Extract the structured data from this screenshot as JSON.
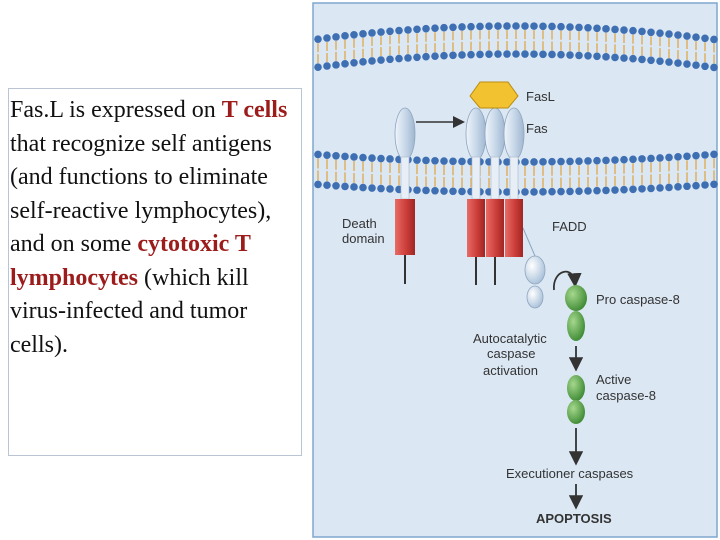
{
  "text_panel": {
    "segments": [
      {
        "text": "Fas.L is expressed on ",
        "highlight": false
      },
      {
        "text": "T cells",
        "highlight": true
      },
      {
        "text": " that recognize self antigens (and functions to eliminate self-reactive lymphocytes), and on some ",
        "highlight": false
      },
      {
        "text": "cytotoxic T lymphocytes",
        "highlight": true
      },
      {
        "text": " (which kill virus-infected and tumor cells).",
        "highlight": false
      }
    ]
  },
  "diagram": {
    "labels": {
      "fasl": "FasL",
      "fas": "Fas",
      "death_domain": [
        "Death",
        "domain"
      ],
      "fadd": "FADD",
      "procaspase": "Pro caspase-8",
      "autocatalytic": [
        "Autocatalytic",
        "caspase",
        "activation"
      ],
      "active_caspase": [
        "Active",
        "caspase-8"
      ],
      "executioner": "Executioner caspases",
      "apoptosis": "APOPTOSIS"
    },
    "colors": {
      "background": "#dbe7f3",
      "frame": "#7fa7cf",
      "membrane_head": "#3f6fb3",
      "membrane_tail": "#e0a94a",
      "fasl": "#f2c230",
      "fas_ectodomain": "#cddbe9",
      "death_domain": "#d84845",
      "caspase": "#5aa04a",
      "text": "#333333"
    }
  }
}
